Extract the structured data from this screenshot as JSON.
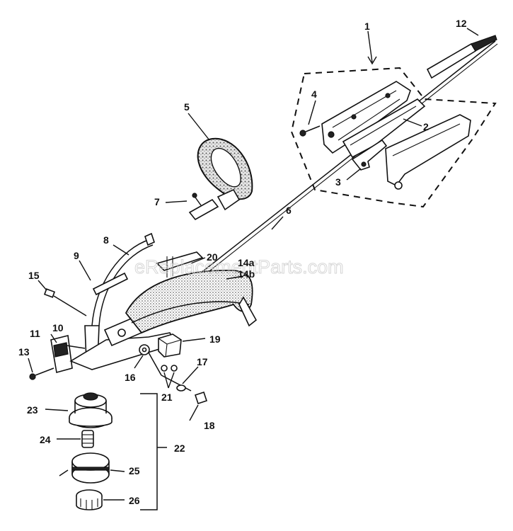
{
  "watermark": "eReplacementParts.com",
  "labels": {
    "p1": "1",
    "p2": "2",
    "p3": "3",
    "p4": "4",
    "p5": "5",
    "p6": "6",
    "p7": "7",
    "p8": "8",
    "p9": "9",
    "p10": "10",
    "p11": "11",
    "p12": "12",
    "p13": "13",
    "p14a": "14a",
    "p14b": "14b",
    "p15": "15",
    "p16": "16",
    "p17": "17",
    "p18": "18",
    "p19": "19",
    "p20": "20",
    "p21": "21",
    "p22": "22",
    "p23": "23",
    "p24": "24",
    "p25": "25",
    "p26": "26"
  }
}
